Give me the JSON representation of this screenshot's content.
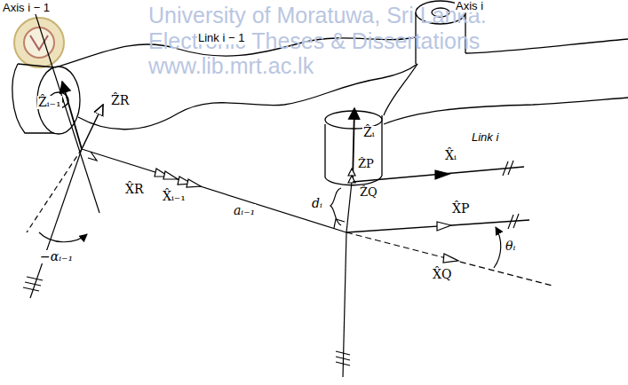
{
  "diagram": {
    "labels": [
      "University of Moratuwa, Sri Lanka.",
      "Electronic Theses & Dissertations",
      "www.lib.mrt.ac.lk",
      "Axis i − 1",
      "Link i − 1",
      "Axis i",
      "Link i",
      "Ẑᵢ₋₁",
      "ẐR",
      "Ẑᵢ",
      "ẐP",
      "ẐQ",
      "X̂ᵢ",
      "X̂R",
      "X̂ᵢ₋₁",
      "aᵢ₋₁",
      "dᵢ",
      "X̂P",
      "X̂Q",
      "θᵢ",
      "−αᵢ₋₁"
    ]
  }
}
